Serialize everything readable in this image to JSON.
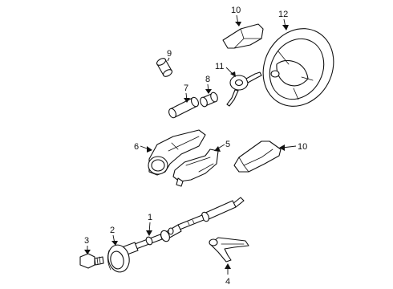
{
  "callouts": {
    "c1": "1",
    "c2": "2",
    "c3": "3",
    "c4": "4",
    "c5": "5",
    "c6": "6",
    "c7": "7",
    "c8": "8",
    "c9": "9",
    "c10a": "10",
    "c10b": "10",
    "c11": "11",
    "c12": "12"
  },
  "parts": [
    {
      "callout": "1",
      "part": "steering-shaft"
    },
    {
      "callout": "2",
      "part": "boot-seal"
    },
    {
      "callout": "3",
      "part": "bolt"
    },
    {
      "callout": "4",
      "part": "lever"
    },
    {
      "callout": "5",
      "part": "lower-column-shroud"
    },
    {
      "callout": "6",
      "part": "upper-column-shroud"
    },
    {
      "callout": "7",
      "part": "tube"
    },
    {
      "callout": "8",
      "part": "bushing"
    },
    {
      "callout": "9",
      "part": "lock-cylinder"
    },
    {
      "callout": "10",
      "part": "shroud-cover"
    },
    {
      "callout": "11",
      "part": "clockspring-bracket"
    },
    {
      "callout": "12",
      "part": "steering-wheel"
    }
  ]
}
